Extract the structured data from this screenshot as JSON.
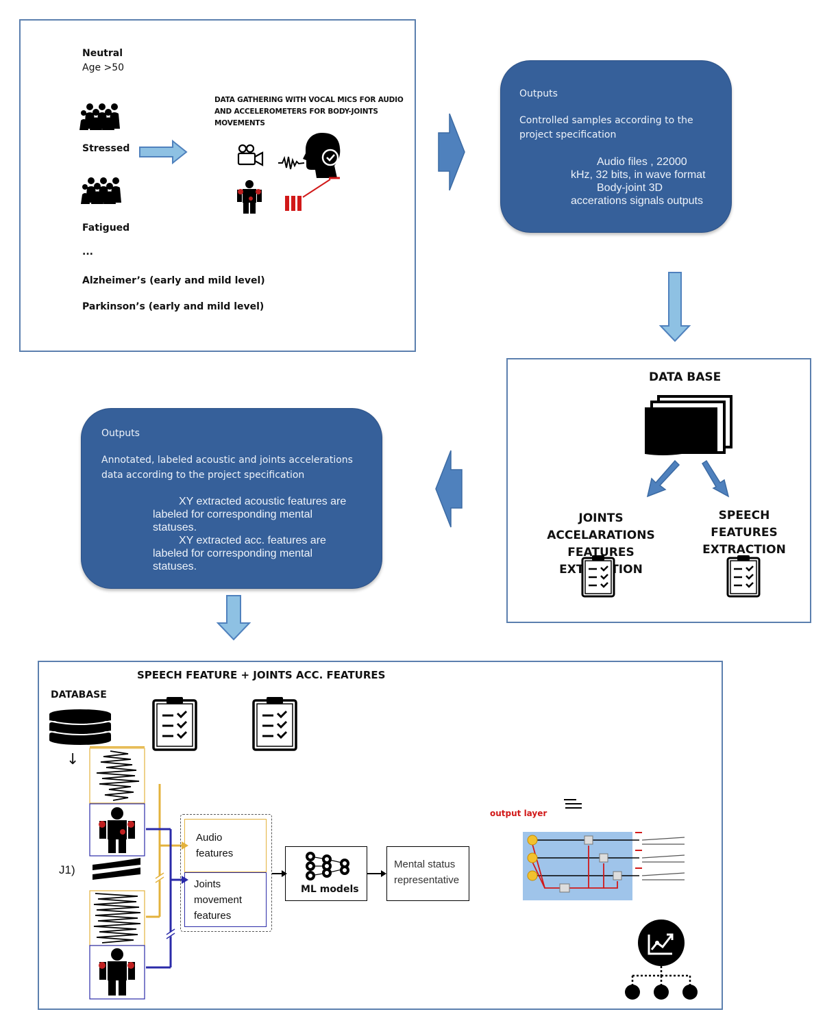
{
  "panel1": {
    "categories": {
      "neutral": "Neutral",
      "age": "Age >50",
      "stressed": "Stressed",
      "fatigued": "Fatigued",
      "ellipsis": "...",
      "alzheimers": "Alzheimer’s (early and mild level)",
      "parkinsons": "Parkinson’s (early and mild level)"
    },
    "gathering_line1": "DATA GATHERING WITH VOCAL MICS FOR AUDIO",
    "gathering_line2": "AND ACCELEROMETERS FOR BODY-JOINTS",
    "gathering_line3": "MOVEMENTS"
  },
  "outputs1": {
    "title": "Outputs",
    "desc_line1": "Controlled samples according to the",
    "desc_line2": "project specification",
    "detail_line1": "Audio files , 22000",
    "detail_line2": "kHz, 32 bits, in wave format",
    "detail_line3": "Body-joint 3D",
    "detail_line4": "accerations  signals outputs"
  },
  "database_panel": {
    "title": "DATA BASE",
    "joints_line1": "JOINTS ACCELARATIONS",
    "joints_line2": "FEATURES EXTRACTION",
    "speech_line1": "SPEECH FEATURES",
    "speech_line2": "EXTRACTION"
  },
  "outputs2": {
    "title": "Outputs",
    "desc_line1": "Annotated, labeled acoustic and joints accelerations",
    "desc_line2": "data according to the project specification",
    "detail_line1": "XY extracted acoustic features are",
    "detail_line2": "labeled for corresponding mental",
    "detail_line3": "statuses.",
    "detail_line4": "XY extracted acc. features  are",
    "detail_line5": "labeled for corresponding mental",
    "detail_line6": "statuses."
  },
  "bottom": {
    "title": "SPEECH FEATURE + JOINTS ACC.  FEATURES",
    "database_label": "DATABASE",
    "down_arrow": "↓",
    "j1_label": "J1)",
    "audio_features_line1": "Audio",
    "audio_features_line2": "features",
    "joints_features_line1": "Joints",
    "joints_features_line2": "movement",
    "joints_features_line3": "features",
    "ml_models": "ML models",
    "mental_status_line1": "Mental status",
    "mental_status_line2": "representative",
    "output_layer": "output layer"
  },
  "colors": {
    "panel_border": "#5b7fae",
    "bubble_fill": "#36609a",
    "arrow_light": "#8ec1e3",
    "arrow_dark": "#4f81bd",
    "audio_line": "#e3b23c",
    "joint_line": "#2a2aa8",
    "nn_background": "#9fc4ea",
    "nn_red": "#d11919",
    "nn_node": "#f2c12e"
  },
  "icons": [
    "people-group-icon",
    "camera-icon",
    "speaking-head-icon",
    "sound-wave-icon",
    "body-sensor-icon",
    "sensor-bars-icon",
    "documents-stack-icon",
    "checklist-icon",
    "database-icon",
    "neural-network-icon",
    "analytics-network-icon"
  ]
}
